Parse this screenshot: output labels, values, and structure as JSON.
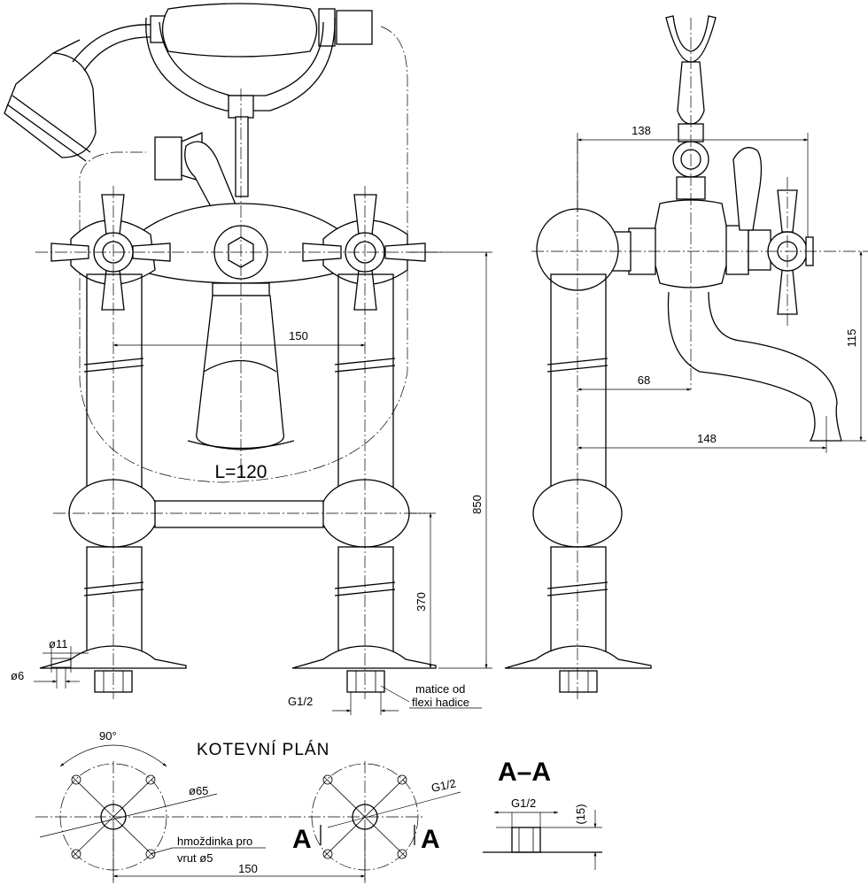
{
  "front_view": {
    "dim_spacing": "150",
    "dim_height": "850",
    "dim_bar_height": "370",
    "label_length": "L=120",
    "dim_hole_diam": "ø11",
    "dim_pin_diam": "ø6",
    "label_thread": "G1/2",
    "note_line1": "matice od",
    "note_line2": "flexi hadice"
  },
  "side_view": {
    "dim_width": "138",
    "dim_spout_inner": "68",
    "dim_spout_outer": "148",
    "dim_spout_height": "115"
  },
  "anchor_plan": {
    "title": "KOTEVNÍ PLÁN",
    "angle": "90°",
    "dim_diameter": "ø65",
    "thread": "G1/2",
    "note_line1": "hmoždinka pro",
    "note_line2": "vrut ø5",
    "dim_spacing": "150",
    "section_mark": "A"
  },
  "section": {
    "title": "A–A",
    "thread": "G1/2",
    "dim_depth": "(15)"
  }
}
